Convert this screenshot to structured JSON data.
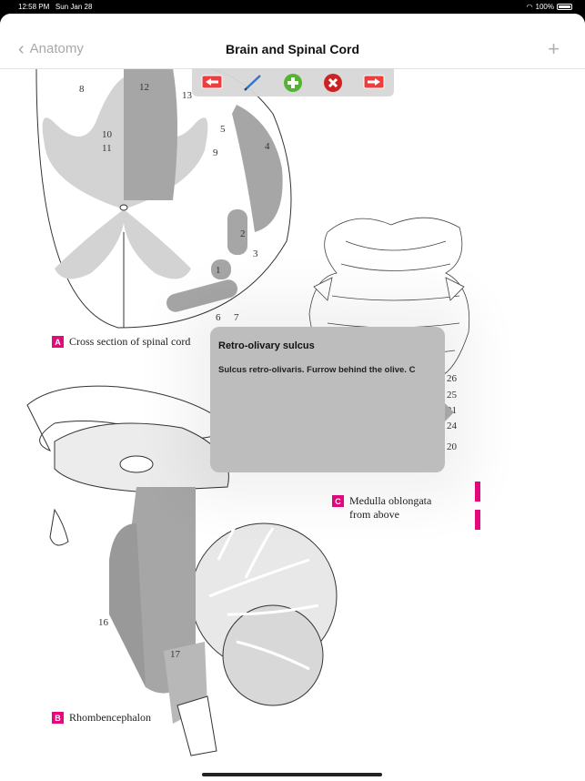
{
  "status_bar": {
    "time": "12:58 PM",
    "date": "Sun Jan 28",
    "battery": "100%"
  },
  "nav": {
    "back_label": "Anatomy",
    "title": "Brain and Spinal Cord"
  },
  "toolbar": {
    "icons": [
      "previous-page-icon",
      "pencil-icon",
      "add-icon",
      "delete-icon",
      "next-page-icon"
    ]
  },
  "figures": {
    "a": {
      "letter": "A",
      "caption": "Cross section of spinal cord",
      "labels": [
        "8",
        "12",
        "13",
        "10",
        "11",
        "5",
        "9",
        "4",
        "2",
        "3",
        "1",
        "6",
        "7"
      ]
    },
    "b": {
      "letter": "B",
      "caption": "Rhombencephalon",
      "labels": [
        "16",
        "17"
      ]
    },
    "c": {
      "letter": "C",
      "caption_line1": "Medulla oblongata",
      "caption_line2": "from above",
      "labels": [
        "26",
        "25",
        "21",
        "24",
        "20"
      ]
    }
  },
  "popup": {
    "title": "Retro-olivary sulcus",
    "body": " Sulcus retro-olivaris. Furrow behind the olive. C"
  },
  "colors": {
    "accent": "#e5097f",
    "popup_bg": "#bdbdbd"
  }
}
